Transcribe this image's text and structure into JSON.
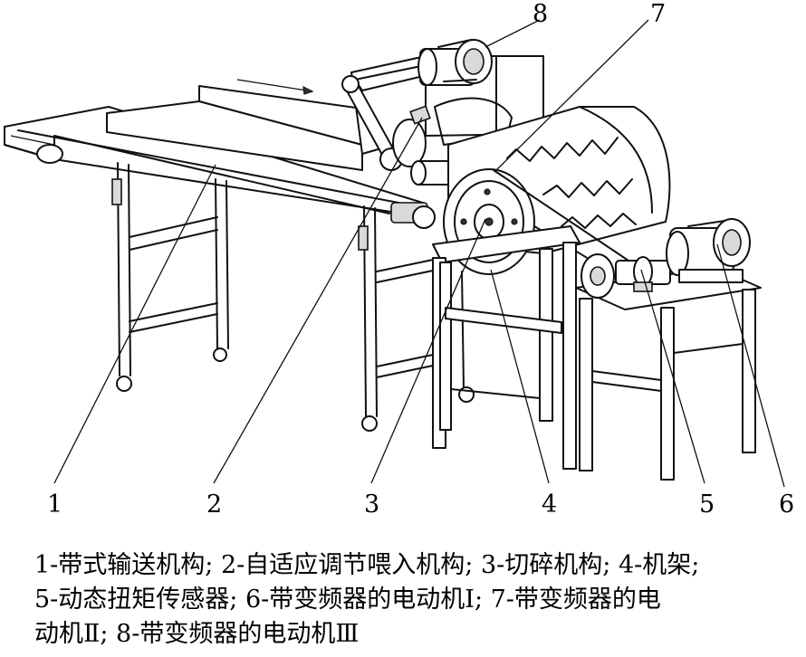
{
  "labels": {
    "n1": "1",
    "n2": "2",
    "n3": "3",
    "n4": "4",
    "n5": "5",
    "n6": "6",
    "n7": "7",
    "n8": "8"
  },
  "caption": {
    "line1": "1-带式输送机构; 2-自适应调节喂入机构; 3-切碎机构; 4-机架;",
    "line2": "5-动态扭矩传感器; 6-带变频器的电动机Ⅰ; 7-带变频器的电",
    "line3": "动机Ⅱ; 8-带变频器的电动机Ⅲ"
  }
}
